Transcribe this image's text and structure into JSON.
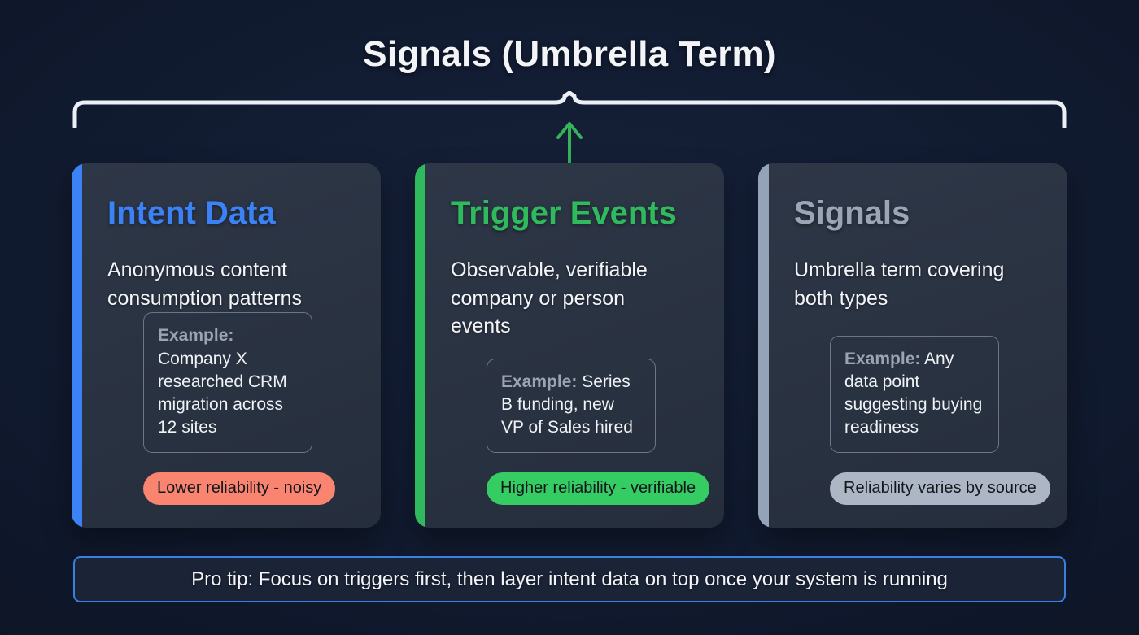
{
  "diagram": {
    "title": "Signals (Umbrella Term)",
    "brace_icon": "curly-brace-icon",
    "arrow_icon": "arrow-up-icon",
    "accent_colors": {
      "intent": "#3b82f6",
      "trigger": "#2eba5d",
      "signals": "#94a3b8",
      "protip_border": "#3b7fe0",
      "background": "#101a2e",
      "card_background": "#2a3342"
    },
    "cards": [
      {
        "id": "intent-data",
        "title": "Intent Data",
        "title_color": "#3b82f6",
        "accent_color": "#3b82f6",
        "description": "Anonymous content consumption patterns",
        "example_label": "Example:",
        "example_text": " Company X researched CRM migration across 12 sites",
        "badge_label": "Lower reliability - noisy",
        "badge_color": "#f98570"
      },
      {
        "id": "trigger-events",
        "title": "Trigger Events",
        "title_color": "#2eba5d",
        "accent_color": "#2eba5d",
        "description": "Observable, verifiable company or person events",
        "example_label": "Example:",
        "example_text": " Series B funding, new VP of Sales hired",
        "badge_label": "Higher reliability - verifiable",
        "badge_color": "#35cc63"
      },
      {
        "id": "signals",
        "title": "Signals",
        "title_color": "#9aa5b5",
        "accent_color": "#94a3b8",
        "description": "Umbrella term covering both types",
        "example_label": "Example:",
        "example_text": " Any data point suggesting buying readiness",
        "badge_label": "Reliability varies by source",
        "badge_color": "#adb6c4"
      }
    ],
    "protip": "Pro tip: Focus on triggers first, then layer intent data on top once your system is running"
  }
}
